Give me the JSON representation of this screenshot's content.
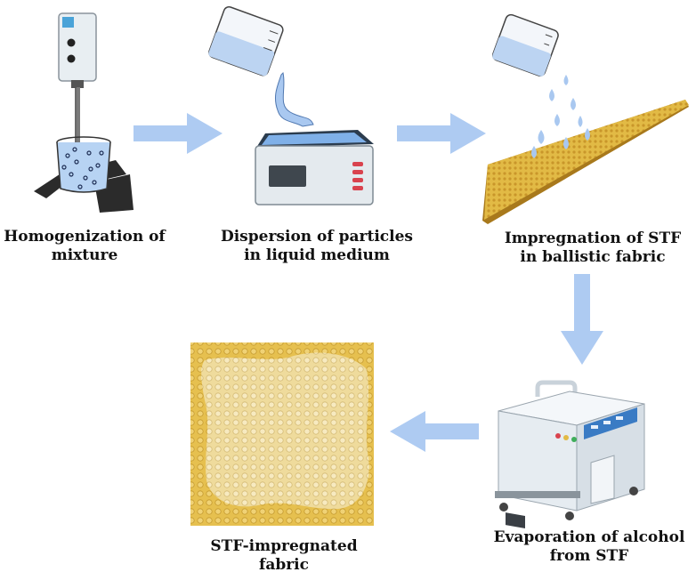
{
  "steps": [
    {
      "id": "homogenization",
      "line1": "Homogenization of",
      "line2": "mixture"
    },
    {
      "id": "dispersion",
      "line1": "Dispersion of particles",
      "line2": "in liquid medium"
    },
    {
      "id": "impregnation",
      "line1": "Impregnation of STF",
      "line2": "in ballistic fabric"
    },
    {
      "id": "evaporation",
      "line1": "Evaporation of alcohol",
      "line2": "from STF"
    },
    {
      "id": "result",
      "line1": "STF-impregnated",
      "line2": "fabric"
    }
  ],
  "colors": {
    "arrow": "#aecbf2",
    "fabric": "#e2ba45",
    "fabric_dark": "#c9962a",
    "liquid": "#a9c8f0",
    "device": "#e6ecf1",
    "accent_red": "#d9434e"
  }
}
